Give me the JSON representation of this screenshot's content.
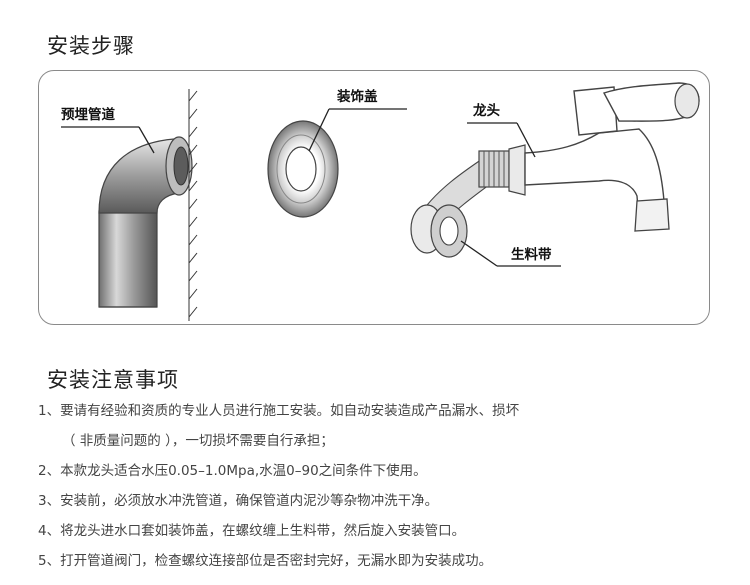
{
  "install_steps_title": "安装步骤",
  "diagram": {
    "label_pipe": "预埋管道",
    "label_cover": "装饰盖",
    "label_faucet": "龙头",
    "label_tape": "生料带"
  },
  "notes_title": "安装注意事项",
  "notes": [
    "1、要请有经验和资质的专业人员进行施工安装。如自动安装造成产品漏水、损坏",
    "（ 非质量问题的 ），一切损坏需要自行承担；",
    "2、本款龙头适合水压0.05–1.0Mpa,水温0–90之间条件下使用。",
    "3、安装前，必须放水冲洗管道，确保管道内泥沙等杂物冲洗干净。",
    "4、将龙头进水口套如装饰盖，在螺纹缠上生料带，然后旋入安装管口。",
    "5、打开管道阀门，检查螺纹连接部位是否密封完好，无漏水即为安装成功。"
  ]
}
